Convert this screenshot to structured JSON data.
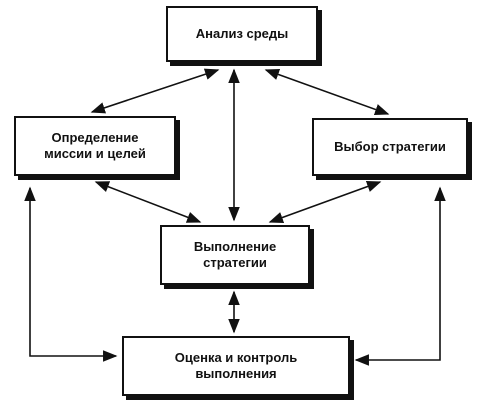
{
  "diagram": {
    "nodes": {
      "analysis": {
        "label": "Анализ среды"
      },
      "mission": {
        "label": "Определение\nмиссии и целей"
      },
      "choice": {
        "label": "Выбор стратегии"
      },
      "execution": {
        "label": "Выполнение\nстратегии"
      },
      "evaluation": {
        "label": "Оценка и контроль\nвыполнения"
      }
    },
    "edges": [
      {
        "from": "analysis",
        "to": "mission",
        "direction": "both"
      },
      {
        "from": "analysis",
        "to": "choice",
        "direction": "both"
      },
      {
        "from": "analysis",
        "to": "execution",
        "direction": "both"
      },
      {
        "from": "mission",
        "to": "execution",
        "direction": "both"
      },
      {
        "from": "choice",
        "to": "execution",
        "direction": "both"
      },
      {
        "from": "execution",
        "to": "evaluation",
        "direction": "both"
      },
      {
        "from": "evaluation",
        "to": "mission",
        "direction": "both"
      },
      {
        "from": "evaluation",
        "to": "choice",
        "direction": "both"
      }
    ],
    "colors": {
      "stroke": "#111111",
      "background": "#ffffff"
    }
  }
}
